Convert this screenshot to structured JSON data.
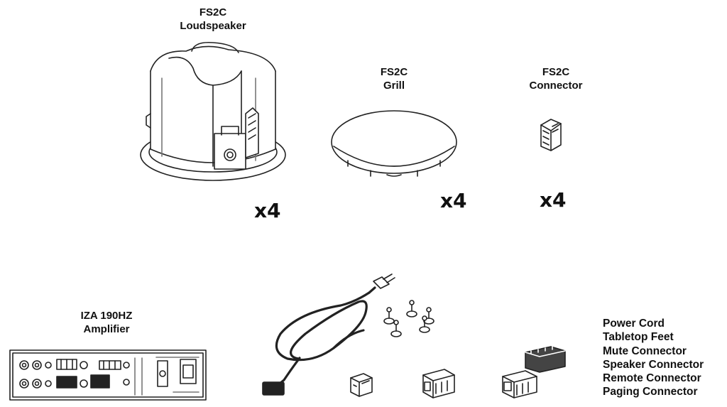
{
  "speaker": {
    "line1": "FS2C",
    "line2": "Loudspeaker",
    "qty": "x4"
  },
  "grill": {
    "line1": "FS2C",
    "line2": "Grill",
    "qty": "x4"
  },
  "connector": {
    "line1": "FS2C",
    "line2": "Connector",
    "qty": "x4"
  },
  "amplifier": {
    "line1": "IZA 190HZ",
    "line2": "Amplifier"
  },
  "accessories": [
    "Power Cord",
    "Tabletop Feet",
    "Mute Connector",
    "Speaker Connector",
    "Remote Connector",
    "Paging Connector"
  ]
}
